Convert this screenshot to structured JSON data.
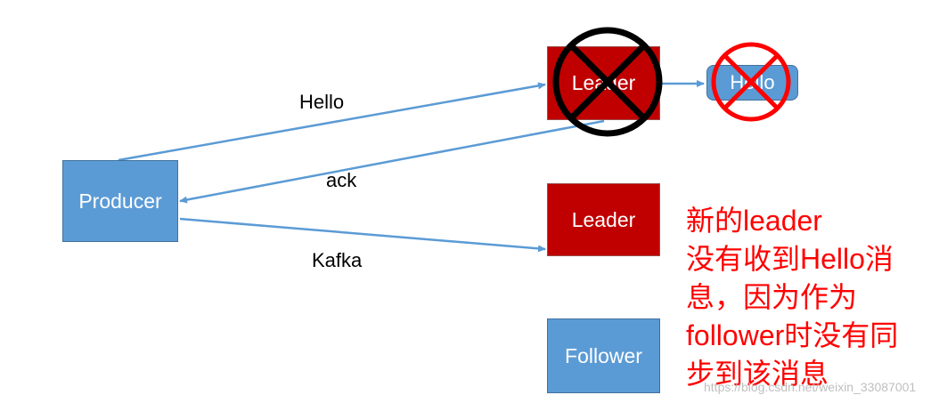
{
  "nodes": {
    "producer": "Producer",
    "leader_old": "Leader",
    "hello_message": "Hello",
    "leader_new": "Leader",
    "follower": "Follower"
  },
  "edges": {
    "hello": "Hello",
    "ack": "ack",
    "kafka": "Kafka"
  },
  "note_lines": [
    "新的leader",
    "没有收到Hello消",
    "息，因为作为",
    "follower时没有同",
    "步到该消息"
  ],
  "watermark": "https://blog.csdn.net/weixin_33087001",
  "colors": {
    "node_blue": "#5b9bd5",
    "node_red": "#c00000",
    "arrow": "#5b9bd5",
    "cross_black": "#000000",
    "cross_red": "#ff0000",
    "note_red": "#ff0000"
  },
  "icons": {
    "failed_leader": "crossed-circle-icon",
    "lost_message": "prohibited-icon"
  }
}
